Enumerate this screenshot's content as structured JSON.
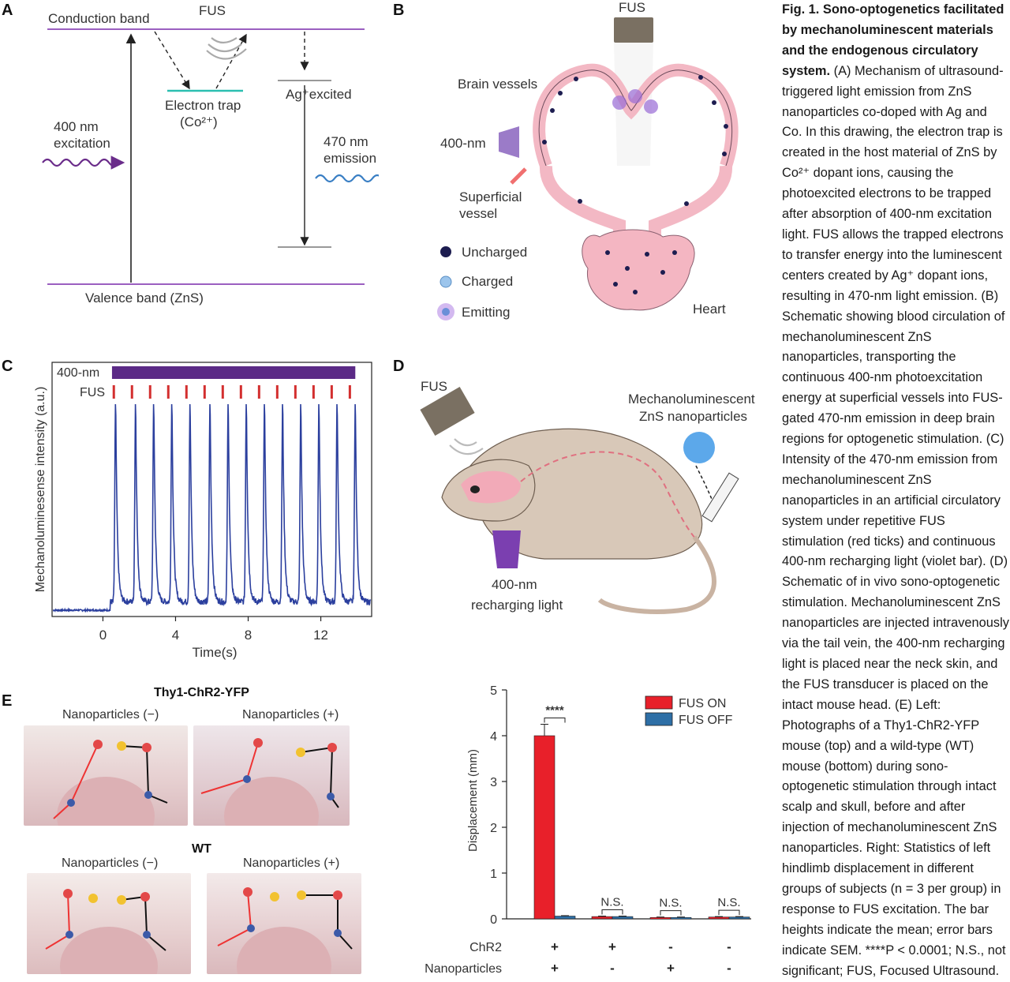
{
  "panels": {
    "A": {
      "label": "A",
      "conduction_band": "Conduction band",
      "fus": "FUS",
      "electron_trap_line1": "Electron trap",
      "electron_trap_line2": "(Co²⁺)",
      "ag_excited": "Ag⁺excited",
      "excitation_line1": "400 nm",
      "excitation_line2": "excitation",
      "emission_line1": "470 nm",
      "emission_line2": "emission",
      "valence_band": "Valence band  (ZnS)"
    },
    "B": {
      "label": "B",
      "fus": "FUS",
      "brain_vessels": "Brain vessels",
      "nm400": "400-nm",
      "superficial_line1": "Superficial",
      "superficial_line2": "vessel",
      "heart": "Heart",
      "legend": [
        "Uncharged",
        "Charged",
        "Emitting"
      ]
    },
    "C": {
      "label": "C",
      "bar_label": "400-nm",
      "fus_label": "FUS"
    },
    "D": {
      "label": "D",
      "fus": "FUS",
      "np_line1": "Mechanoluminescent",
      "np_line2": "ZnS nanoparticles",
      "light_line1": "400-nm",
      "light_line2": "recharging light"
    },
    "E": {
      "label": "E",
      "top_title": "Thy1-ChR2-YFP",
      "bottom_title": "WT",
      "np_minus": "Nanoparticles (−)",
      "np_plus": "Nanoparticles (+)",
      "row_labels": [
        "ChR2",
        "Nanoparticles"
      ],
      "signs_chr2": [
        "+",
        "+",
        "-",
        "-"
      ],
      "signs_np": [
        "+",
        "-",
        "+",
        "-"
      ],
      "sig_labels": [
        "****",
        "N.S.",
        "N.S.",
        "N.S."
      ]
    }
  },
  "chart_data": [
    {
      "type": "line",
      "panel": "C",
      "xlabel": "Time(s)",
      "ylabel": "Mechanoluminesense intensity (a.u.)",
      "xticks": [
        0,
        4,
        8,
        12
      ],
      "xlim": [
        -2.8,
        14.8
      ],
      "peak_times": [
        0.7,
        1.8,
        2.8,
        3.8,
        4.8,
        5.9,
        6.9,
        7.9,
        8.9,
        9.9,
        10.9,
        11.9,
        12.9,
        13.9
      ],
      "fus_tick_times": [
        0.6,
        1.6,
        2.6,
        3.6,
        4.6,
        5.6,
        6.6,
        7.6,
        8.6,
        9.6,
        10.6,
        11.6,
        12.6,
        13.6
      ],
      "bar_start": 0.5,
      "bar_end": 13.9,
      "colors": {
        "trace": "#2b3f9e",
        "bar": "#5b2a86",
        "tick": "#d32f2f"
      }
    },
    {
      "type": "bar",
      "panel": "E",
      "ylabel": "Displacement (mm)",
      "ylim": [
        0,
        5
      ],
      "yticks": [
        0,
        1,
        2,
        3,
        4,
        5
      ],
      "groups": 4,
      "series": [
        {
          "name": "FUS ON",
          "color": "#e8202a",
          "values": [
            4.0,
            0.05,
            0.03,
            0.04
          ],
          "err": [
            0.25,
            0.01,
            0.01,
            0.01
          ]
        },
        {
          "name": "FUS OFF",
          "color": "#2e6fa6",
          "values": [
            0.06,
            0.05,
            0.03,
            0.04
          ],
          "err": [
            0.01,
            0.01,
            0.01,
            0.01
          ]
        }
      ]
    }
  ],
  "caption": {
    "title": "Fig. 1. Sono-optogenetics facilitated by mechanoluminescent materials and the endogenous circulatory system.",
    "body_A": " (A) Mechanism of ultrasound-triggered light emission from ZnS nanoparticles co-doped with Ag and Co. In this drawing, the electron trap is created in the host material of ZnS by Co²⁺ dopant ions, causing the photoexcited electrons to be trapped after absorption of 400-nm excitation light. FUS allows the trapped electrons to transfer energy into the luminescent centers created by Ag⁺ dopant ions, resulting in 470-nm light emission.",
    "body_B": " (B) Schematic showing blood circulation of mechanoluminescent ZnS nanoparticles, transporting the continuous 400-nm photoexcitation energy at superficial vessels into FUS-gated 470-nm emission in deep brain regions for optogenetic stimulation.",
    "body_C": " (C) Intensity of the 470-nm emission from mechanoluminescent ZnS nanoparticles in an artificial circulatory system under repetitive FUS stimulation (red ticks) and continuous 400-nm recharging light (violet bar).",
    "body_D": " (D) Schematic of in vivo sono-optogenetic stimulation. Mechanoluminescent ZnS nanoparticles are injected intravenously via the tail vein, the 400-nm recharging light is placed near the neck skin, and the FUS transducer is placed on the intact mouse head.",
    "body_E": " (E) Left: Photographs of a Thy1-ChR2-YFP mouse (top) and a wild-type (WT) mouse (bottom) during sono-optogenetic stimulation through intact scalp and skull, before and after injection of mechanoluminescent ZnS nanoparticles. Right: Statistics of left hindlimb displacement in different groups of subjects (n = 3 per group) in response to FUS excitation. The bar heights indicate the mean; error bars indicate SEM. ****P < 0.0001; N.S., not significant; FUS, Focused Ultrasound."
  }
}
